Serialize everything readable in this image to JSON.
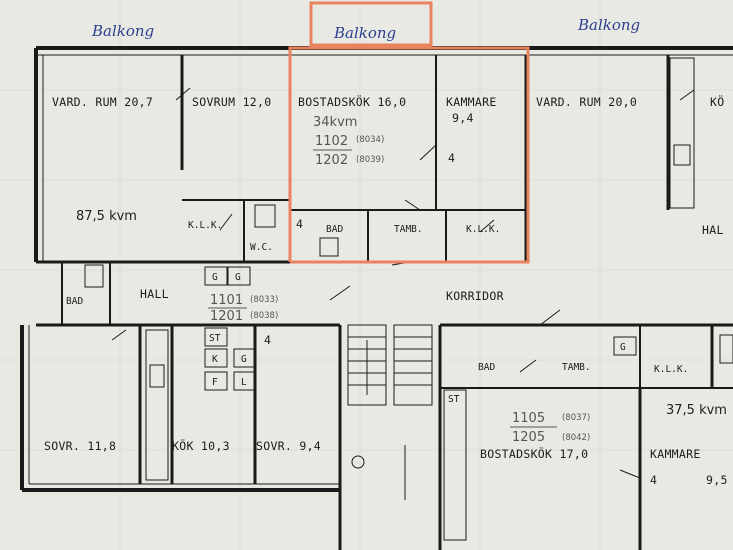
{
  "balcony": {
    "left": "Balkong",
    "center": "Balkong",
    "right": "Balkong"
  },
  "rooms": {
    "vardrum_left": "VARD. RUM 20,7",
    "sovrum": "SOVRUM 12,0",
    "bostadskok_top": "BOSTADSKÖK 16,0",
    "kammare_top_name": "KAMMARE",
    "kammare_top_area": "9,4",
    "vardrum_right": "VARD. RUM 20,0",
    "kok_right_partial": "KÖ",
    "klk_left": "K.L.K.",
    "wc": "W.C.",
    "bad_top": "BAD",
    "tamb_top": "TAMB.",
    "klk_top": "K.L.K.",
    "bad_left": "BAD",
    "hall_left": "HALL",
    "korridor": "KORRIDOR",
    "hall_right_partial": "HAL",
    "sovr_118": "SOVR. 11,8",
    "kok_103": "KÖK 10,3",
    "sovr_94": "SOVR. 9,4",
    "bad_bottom": "BAD",
    "tamb_bottom": "TAMB.",
    "klk_bottom": "K.L.K.",
    "bostadskok_bottom": "BOSTADSKÖK 17,0",
    "kammare_bottom_name": "KAMMARE",
    "kammare_bottom_area": "9,5"
  },
  "areas": {
    "left": "87,5 kvm",
    "top": "34kvm",
    "bottom_right": "37,5 kvm"
  },
  "units": {
    "top": {
      "a": "1102",
      "a_code": "(8034)",
      "b": "1202",
      "b_code": "(8039)"
    },
    "left": {
      "a": "1101",
      "a_code": "(8033)",
      "b": "1201",
      "b_code": "(8038)"
    },
    "bottom": {
      "a": "1105",
      "a_code": "(8037)",
      "b": "1205",
      "b_code": "(8042)"
    }
  },
  "fixtures": {
    "st": "ST",
    "k": "K",
    "f": "F",
    "g": "G",
    "l": "L",
    "four": "4"
  },
  "colors": {
    "highlight": "#e8825f",
    "ink": "#1a1a1a",
    "paper": "#e9e9e4",
    "hand": "#2d3f8f"
  }
}
